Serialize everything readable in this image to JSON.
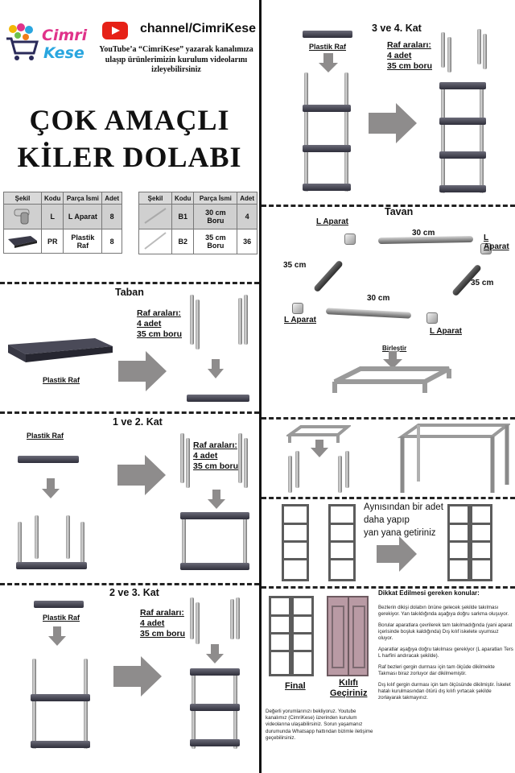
{
  "header": {
    "logo_line1": "Cimri",
    "logo_line2": "Kese",
    "channel": "channel/CimriKese",
    "subtitle": "YouTube’a “CimriKese” yazarak kanalımıza ulaşıp ürünlerimizin kurulum videolarını izleyebilirsiniz"
  },
  "title": {
    "line1": "ÇOK AMAÇLI",
    "line2": "KİLER DOLABI"
  },
  "parts_table": {
    "headers": [
      "Şekil",
      "Kodu",
      "Parça İsmi",
      "Adet"
    ],
    "left_rows": [
      {
        "code": "L",
        "name": "L Aparat",
        "qty": "8"
      },
      {
        "code": "PR",
        "name": "Plastik Raf",
        "qty": "8"
      }
    ],
    "right_rows": [
      {
        "code": "B1",
        "name": "30 cm Boru",
        "qty": "4"
      },
      {
        "code": "B2",
        "name": "35 cm Boru",
        "qty": "36"
      }
    ]
  },
  "taban": {
    "title": "Taban",
    "shelf_label": "Plastik Raf",
    "raf_line1": "Raf araları:",
    "raf_line2": "4 adet",
    "raf_line3": "35 cm boru"
  },
  "kat12": {
    "title": "1 ve 2. Kat",
    "shelf_label": "Plastik Raf",
    "raf_line1": "Raf araları:",
    "raf_line2": "4 adet",
    "raf_line3": "35 cm boru"
  },
  "kat23": {
    "title": "2 ve 3. Kat",
    "shelf_label": "Plastik Raf",
    "raf_line1": "Raf araları:",
    "raf_line2": "4 adet",
    "raf_line3": "35 cm boru"
  },
  "kat34": {
    "title": "3 ve 4. Kat",
    "shelf_label": "Plastik Raf",
    "raf_line1": "Raf araları:",
    "raf_line2": "4 adet",
    "raf_line3": "35 cm boru"
  },
  "tavan": {
    "title": "Tavan",
    "l_aparat": "L Aparat",
    "len30": "30 cm",
    "len35": "35 cm",
    "birlestir": "Birleştir"
  },
  "side_by_side": {
    "text_line1": "Aynısından bir adet",
    "text_line2": "daha yapıp",
    "text_line3": "yan yana getiriniz"
  },
  "final": {
    "final_label": "Final",
    "cover_line1": "Kılıfı",
    "cover_line2": "Geçiriniz",
    "comment": "Değerli yorumlarınızı bekliyoruz. Youtube kanalımız (CimriKese) üzerinden kurulum videolarına ulaşabilirsiniz. Sorun yaşamanız durumunda Whatsapp hattından bizimle iletişime geçebilirsiniz."
  },
  "notes": {
    "title": "Dikkat Edilmesi gereken konular:",
    "items": [
      "Bezlerin dikişi dolabın önüne gelecek şekilde takılması gerekiyor. Yan takıldığında aşağıya doğru sarkma oluşuyor.",
      "Borular aparatlara çevrilerek tam takılmadığında (yani aparat içerisinde boşluk kaldığında) Dış kılıf iskelete uyumsuz oluyor.",
      "Aparatlar aşağıya doğru takılması gerekiyor (L aparatları Ters L harfini andıracak şekilde).",
      "Raf bezleri gergin durması için tam ölçüde dikilmekte Takması biraz zorluyor dar dikilmemiştir.",
      "Dış kılıf gergin durması için tam ölçüsünde dikilmiştir. İskelet hatalı kurulmasından ötürü dış kılıfı yırtacak şekilde zorlayarak takmayınız."
    ]
  },
  "colors": {
    "logo_pink": "#e0338a",
    "youtube_red": "#e62117",
    "arrow_grey": "#8e8c8c",
    "shelf_dark": "#2e2e3a",
    "cover_pink": "#b99aa4"
  }
}
